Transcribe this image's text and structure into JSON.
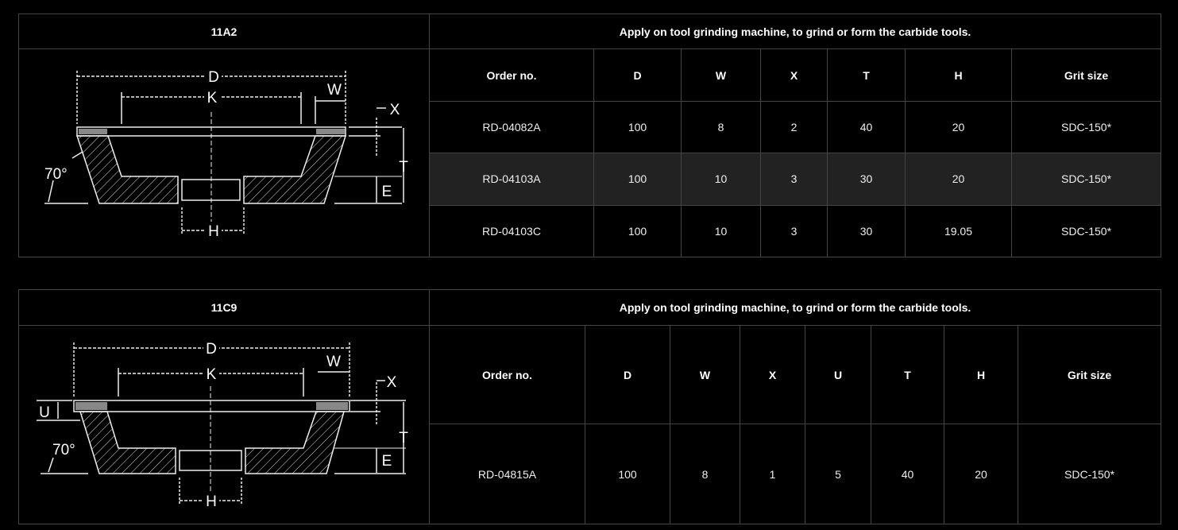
{
  "tables": [
    {
      "type": "11A2",
      "application": "Apply on tool grinding machine, to grind or form the carbide tools.",
      "diagram_labels": {
        "D": "D",
        "K": "K",
        "W": "W",
        "X": "X",
        "T": "T",
        "E": "E",
        "H": "H",
        "angle": "70°"
      },
      "columns": [
        "Order no.",
        "D",
        "W",
        "X",
        "T",
        "H",
        "Grit size"
      ],
      "rows": [
        [
          "RD-04082A",
          "100",
          "8",
          "2",
          "40",
          "20",
          "SDC-150*"
        ],
        [
          "RD-04103A",
          "100",
          "10",
          "3",
          "30",
          "20",
          "SDC-150*"
        ],
        [
          "RD-04103C",
          "100",
          "10",
          "3",
          "30",
          "19.05",
          "SDC-150*"
        ]
      ]
    },
    {
      "type": "11C9",
      "application": "Apply on tool grinding machine, to grind or form the carbide tools.",
      "diagram_labels": {
        "D": "D",
        "K": "K",
        "W": "W",
        "X": "X",
        "U": "U",
        "T": "T",
        "E": "E",
        "H": "H",
        "angle": "70°"
      },
      "columns": [
        "Order no.",
        "D",
        "W",
        "X",
        "U",
        "T",
        "H",
        "Grit size"
      ],
      "rows": [
        [
          "RD-04815A",
          "100",
          "8",
          "1",
          "5",
          "40",
          "20",
          "SDC-150*"
        ]
      ]
    }
  ]
}
